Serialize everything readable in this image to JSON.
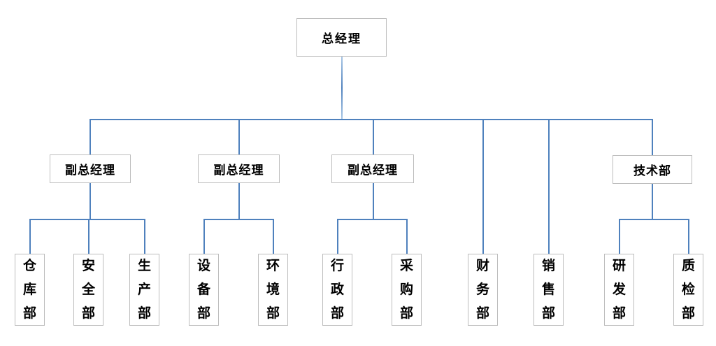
{
  "diagram_type": "org-chart",
  "org": {
    "root": {
      "label": "总经理"
    },
    "children": [
      {
        "label": "副总经理",
        "children": [
          {
            "label": "仓库部"
          },
          {
            "label": "安全部"
          },
          {
            "label": "生产部"
          }
        ]
      },
      {
        "label": "副总经理",
        "children": [
          {
            "label": "设备部"
          },
          {
            "label": "环境部"
          }
        ]
      },
      {
        "label": "副总经理",
        "children": [
          {
            "label": "行政部"
          },
          {
            "label": "采购部"
          }
        ]
      },
      {
        "label": "财务部",
        "children": []
      },
      {
        "label": "销售部",
        "children": []
      },
      {
        "label": "技术部",
        "children": [
          {
            "label": "研发部"
          },
          {
            "label": "质检部"
          }
        ]
      }
    ]
  },
  "colors": {
    "connector": "#4f81bd",
    "root_stem": "#a8c6e5",
    "box_border": "#bdbdbd",
    "text": "#000000",
    "background": "#ffffff"
  }
}
